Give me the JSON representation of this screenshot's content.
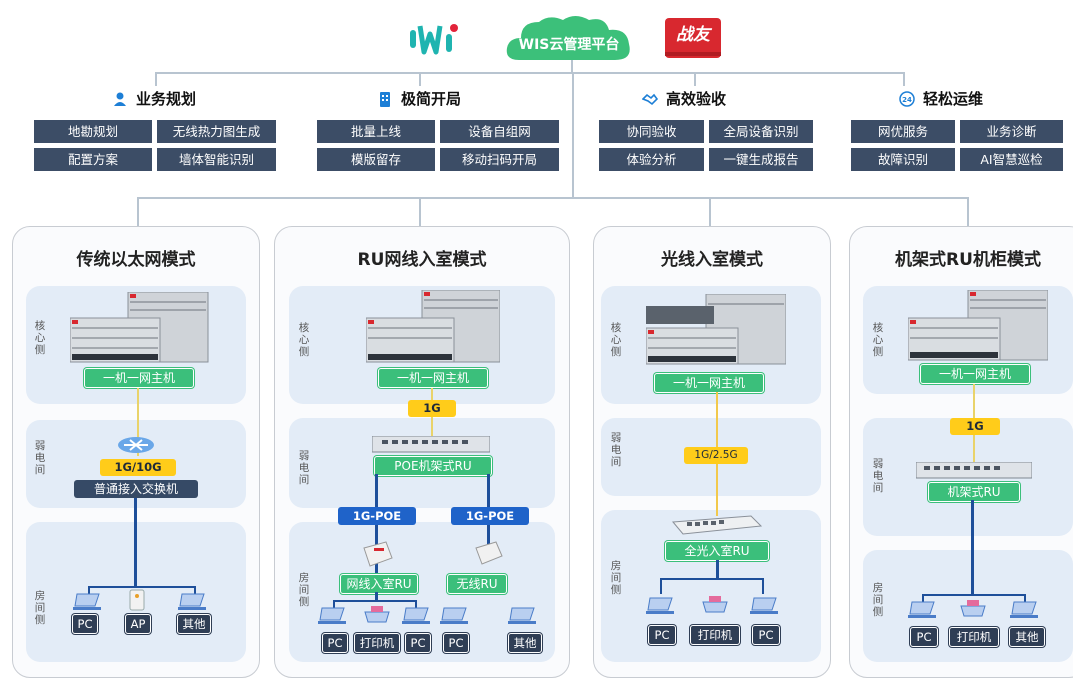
{
  "header": {
    "cloud_label": "WIS云管理平台",
    "logo_right": "战友"
  },
  "capabilities": [
    {
      "title": "业务规划",
      "icon": "person-icon",
      "tags": [
        "地勘规划",
        "无线热力图生成",
        "配置方案",
        "墙体智能识别"
      ]
    },
    {
      "title": "极简开局",
      "icon": "building-icon",
      "tags": [
        "批量上线",
        "设备自组网",
        "模版留存",
        "移动扫码开局"
      ]
    },
    {
      "title": "高效验收",
      "icon": "handshake-icon",
      "tags": [
        "协同验收",
        "全局设备识别",
        "体验分析",
        "一键生成报告"
      ]
    },
    {
      "title": "轻松运维",
      "icon": "24h-icon",
      "tags": [
        "网优服务",
        "业务诊断",
        "故障识别",
        "AI智慧巡检"
      ]
    }
  ],
  "panels": [
    {
      "title": "传统以太网模式",
      "zones": [
        "核心侧",
        "弱电间",
        "房间侧"
      ],
      "core_label": "一机一网主机",
      "link_label": "1G/10G",
      "switch_label": "普通接入交换机",
      "terminals": [
        "PC",
        "AP",
        "其他"
      ]
    },
    {
      "title": "RU网线入室模式",
      "zones": [
        "核心侧",
        "弱电间",
        "房间侧"
      ],
      "core_label": "一机一网主机",
      "link_label": "1G",
      "switch_label": "POE机架式RU",
      "poe_labels": [
        "1G-POE",
        "1G-POE"
      ],
      "room_labels": [
        "网线入室RU",
        "无线RU"
      ],
      "terminals": [
        "PC",
        "打印机",
        "PC",
        "PC",
        "其他"
      ]
    },
    {
      "title": "光线入室模式",
      "zones": [
        "核心侧",
        "弱电间",
        "房间侧"
      ],
      "core_label": "一机一网主机",
      "link_label": "1G/2.5G",
      "room_label": "全光入室RU",
      "terminals": [
        "PC",
        "打印机",
        "PC"
      ]
    },
    {
      "title": "机架式RU机柜模式",
      "zones": [
        "核心侧",
        "弱电间",
        "房间侧"
      ],
      "core_label": "一机一网主机",
      "link_label": "1G",
      "switch_label": "机架式RU",
      "terminals": [
        "PC",
        "打印机",
        "其他"
      ]
    }
  ],
  "colors": {
    "tag_bg": "#3c4d66",
    "green": "#3bbf7b",
    "yellow": "#ffcc1a",
    "blue": "#1f63c9",
    "zone_bg": "#e3ecf7"
  }
}
